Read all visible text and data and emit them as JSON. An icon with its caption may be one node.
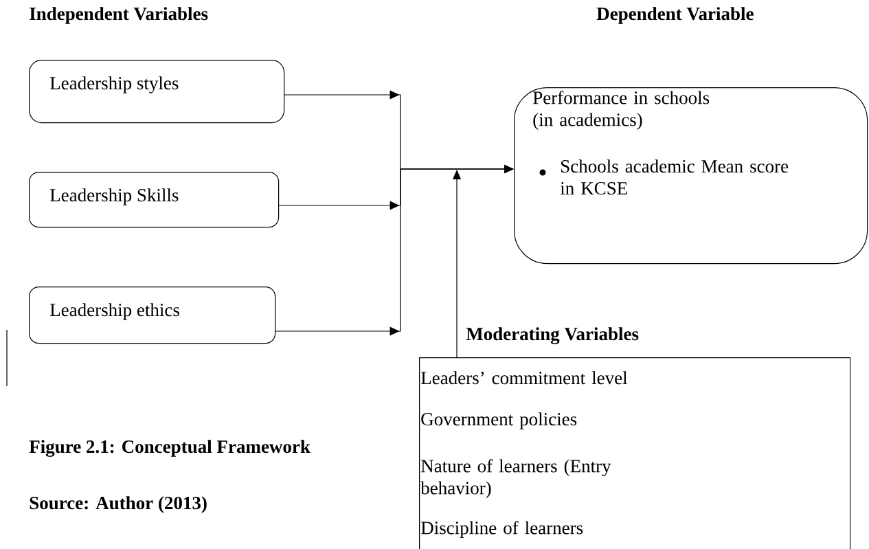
{
  "diagram": {
    "caption": "Figure 2.1: Conceptual Framework",
    "nodes": [
      {
        "text": [
          "Leadership styles"
        ]
      },
      {
        "text": [
          "Leadership Skills"
        ]
      },
      {
        "text": [
          "Leadership ethics"
        ]
      },
      {
        "text": [
          "Performance in schools (in academics)",
          "Schools academic Mean score in KCSE"
        ]
      },
      {
        "text": [
          "Moderating Variables",
          "Leaders’ commitment level",
          "Government policies",
          "Nature of learners (Entry behavior)",
          "Discipline of learners"
        ]
      }
    ],
    "edges": [
      {
        "from": 0,
        "to": 3,
        "arrow": "to"
      },
      {
        "from": 1,
        "to": 3,
        "arrow": "to"
      },
      {
        "from": 2,
        "to": 3,
        "arrow": "to"
      },
      {
        "from": 4,
        "to": null,
        "arrow": "to"
      }
    ],
    "labels": [
      "Independent Variables",
      "Dependent Variable",
      "Source: Author (2013)"
    ]
  }
}
